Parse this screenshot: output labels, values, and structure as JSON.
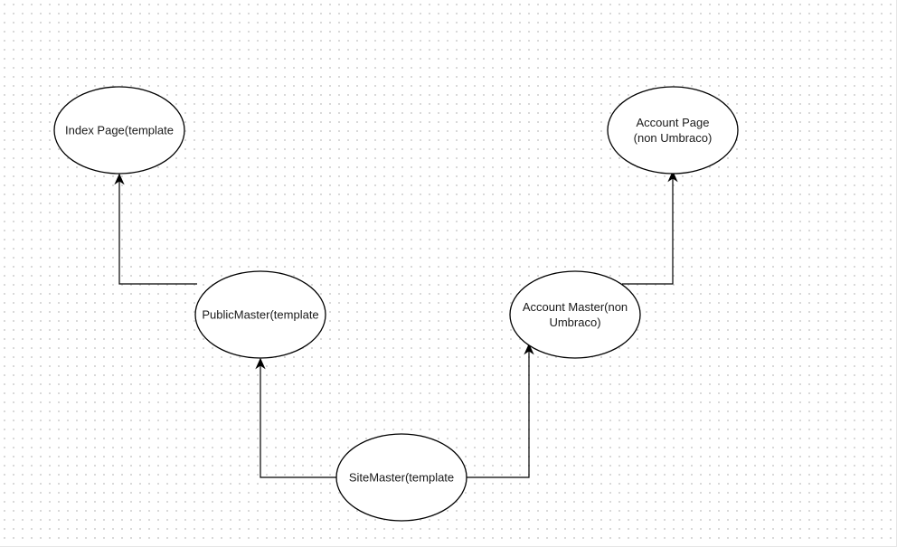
{
  "nodes": [
    {
      "id": "index-page",
      "lines": [
        "Index Page(template"
      ]
    },
    {
      "id": "account-page",
      "lines": [
        "Account Page",
        "(non Umbraco)"
      ]
    },
    {
      "id": "public-master",
      "lines": [
        "PublicMaster(template"
      ]
    },
    {
      "id": "account-master",
      "lines": [
        "Account Master(non",
        "Umbraco)"
      ]
    },
    {
      "id": "site-master",
      "lines": [
        "SiteMaster(template"
      ]
    }
  ],
  "edges": [
    {
      "from": "site-master",
      "to": "public-master"
    },
    {
      "from": "site-master",
      "to": "account-master"
    },
    {
      "from": "public-master",
      "to": "index-page"
    },
    {
      "from": "account-master",
      "to": "account-page"
    }
  ]
}
